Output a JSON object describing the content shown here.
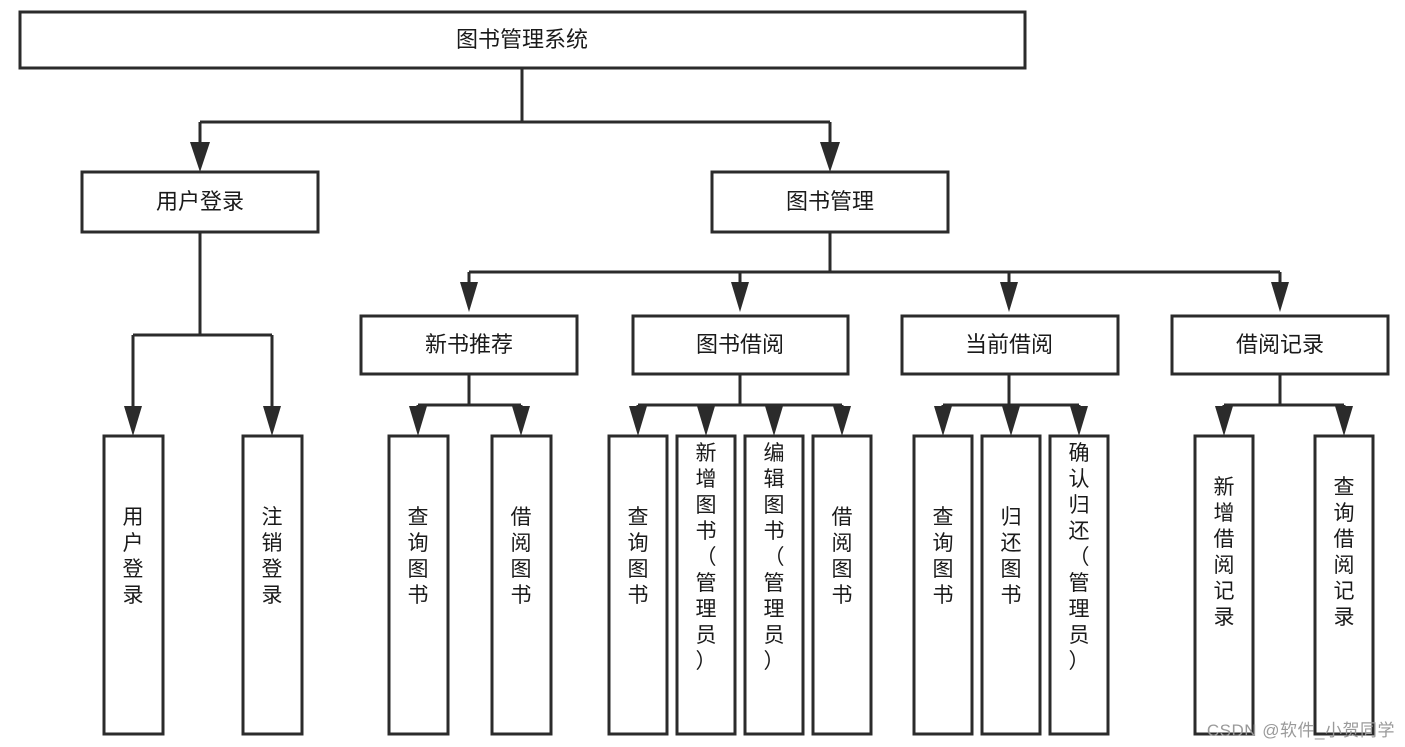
{
  "diagram": {
    "title": "图书管理系统",
    "type": "hierarchy-tree",
    "watermark": "CSDN @软件_小贺同学",
    "colors": {
      "stroke": "#2b2b2b",
      "fill": "#ffffff",
      "text": "#1a1a1a",
      "watermark": "#9a9a9a"
    },
    "levels": {
      "root": {
        "label": "图书管理系统"
      },
      "level2": [
        {
          "id": "user-login",
          "label": "用户登录"
        },
        {
          "id": "book-management",
          "label": "图书管理"
        }
      ],
      "level3": [
        {
          "id": "new-book-recommend",
          "label": "新书推荐",
          "parent": "book-management"
        },
        {
          "id": "book-borrow",
          "label": "图书借阅",
          "parent": "book-management"
        },
        {
          "id": "current-borrow",
          "label": "当前借阅",
          "parent": "book-management"
        },
        {
          "id": "borrow-record",
          "label": "借阅记录",
          "parent": "book-management"
        }
      ],
      "leaves": [
        {
          "id": "leaf-user-login",
          "label": "用户登录",
          "parent": "user-login"
        },
        {
          "id": "leaf-logout-login",
          "label": "注销登录",
          "parent": "user-login"
        },
        {
          "id": "leaf-query-book-1",
          "label": "查询图书",
          "parent": "new-book-recommend"
        },
        {
          "id": "leaf-borrow-book-1",
          "label": "借阅图书",
          "parent": "new-book-recommend"
        },
        {
          "id": "leaf-query-book-2",
          "label": "查询图书",
          "parent": "book-borrow"
        },
        {
          "id": "leaf-add-book",
          "label": "新增图书（管理员）",
          "parent": "book-borrow"
        },
        {
          "id": "leaf-edit-book",
          "label": "编辑图书（管理员）",
          "parent": "book-borrow"
        },
        {
          "id": "leaf-borrow-book-2",
          "label": "借阅图书",
          "parent": "book-borrow"
        },
        {
          "id": "leaf-query-book-3",
          "label": "查询图书",
          "parent": "current-borrow"
        },
        {
          "id": "leaf-return-book",
          "label": "归还图书",
          "parent": "current-borrow"
        },
        {
          "id": "leaf-confirm-return",
          "label": "确认归还（管理员）",
          "parent": "current-borrow"
        },
        {
          "id": "leaf-add-record",
          "label": "新增借阅记录",
          "parent": "borrow-record"
        },
        {
          "id": "leaf-query-record",
          "label": "查询借阅记录",
          "parent": "borrow-record"
        }
      ]
    }
  }
}
